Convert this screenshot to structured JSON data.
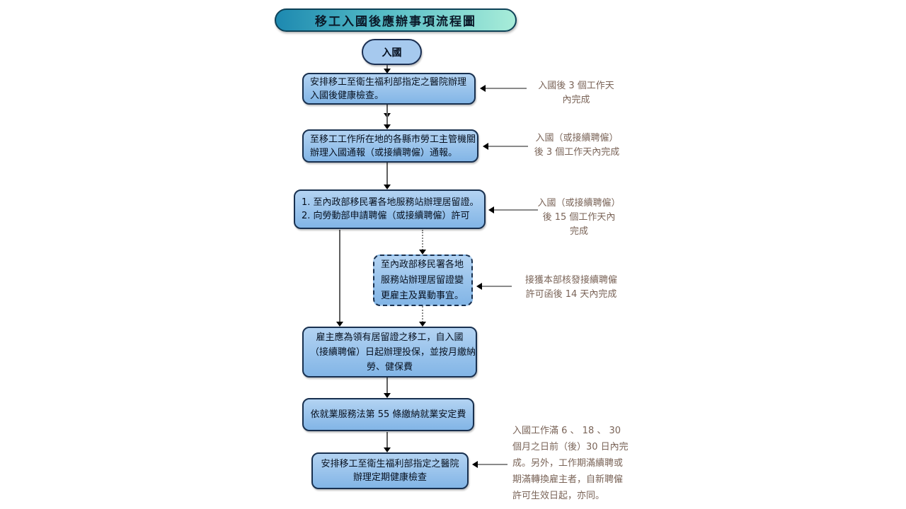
{
  "title": "移工入國後應辦事項流程圖",
  "flow": {
    "start_label": "入國",
    "steps": [
      {
        "name": "post-entry-health-check",
        "lines": [
          "安排移工至衛生福利部指定之醫院辦理",
          "入國後健康檢查。"
        ]
      },
      {
        "name": "entry-notification",
        "lines": [
          "至移工工作所在地的各縣市勞工主管機關",
          "辦理入國通報（或接續聘僱）通報。"
        ]
      },
      {
        "name": "residence-and-work-permit",
        "lines": [
          "1. 至內政部移民署各地服務站辦理居留證。",
          "2. 向勞動部申請聘僱（或接續聘僱）許可"
        ]
      },
      {
        "name": "residence-permit-change",
        "border": "dashed",
        "lines": [
          "至內政部移民署各地",
          "服務站辦理居留證變",
          "更雇主及異動事宜。"
        ]
      },
      {
        "name": "insurance-enrollment",
        "lines": [
          "雇主應為領有居留證之移工，自入國",
          "（接續聘僱）日起辦理投保，並按月繳納",
          "勞、健保費"
        ]
      },
      {
        "name": "employment-stability-fee",
        "lines": [
          "依就業服務法第 55 條繳納就業安定費"
        ]
      },
      {
        "name": "regular-health-check",
        "lines": [
          "安排移工至衛生福利部指定之醫院",
          "辦理定期健康檢查"
        ]
      }
    ],
    "notes": [
      {
        "name": "deadline-health-check",
        "lines": [
          "入國後 3 個工作天",
          "內完成"
        ]
      },
      {
        "name": "deadline-entry-notification",
        "lines": [
          "入國（或接續聘僱）",
          "後 3 個工作天內完成"
        ]
      },
      {
        "name": "deadline-permits",
        "lines": [
          "入國（或接續聘僱）",
          "後 15 個工作天內",
          "完成"
        ]
      },
      {
        "name": "deadline-permit-change",
        "lines": [
          "接獲本部核發接續聘僱",
          "許可函後 14 天內完成"
        ]
      },
      {
        "name": "deadline-regular-health-check",
        "lines": [
          "入國工作滿 6 、 18 、 30",
          "個月之日前（後）30 日內完",
          "成。另外，工作期滿續聘或",
          "期滿轉換雇主者，自新聘僱",
          "許可生效日起，亦同。"
        ]
      }
    ]
  },
  "colors": {
    "node_fill_top": "#b3d3f2",
    "node_fill_bottom": "#82b5e6",
    "node_border": "#18304f",
    "title_gradient_left": "#1d89b0",
    "title_gradient_right": "#a8edd9",
    "note_text": "#7a6458",
    "arrow_line": "#5f5f5f",
    "arrow_head": "#000000"
  }
}
